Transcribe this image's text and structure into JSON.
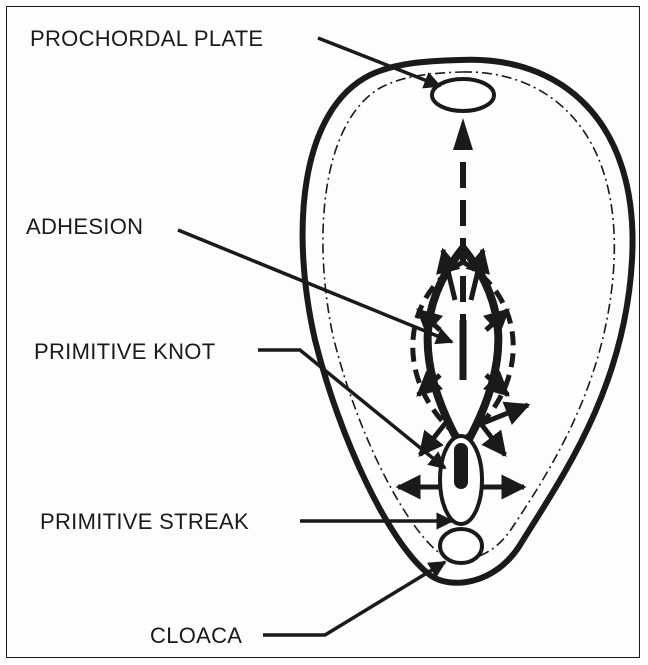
{
  "labels": {
    "prochordal_plate": "PROCHORDAL PLATE",
    "adhesion": "ADHESION",
    "primitive_knot": "PRIMITIVE KNOT",
    "primitive_streak": "PRIMITIVE STREAK",
    "cloaca": "CLOACA"
  },
  "colors": {
    "ink": "#1a1a1a",
    "paper": "#fdfdfb"
  }
}
